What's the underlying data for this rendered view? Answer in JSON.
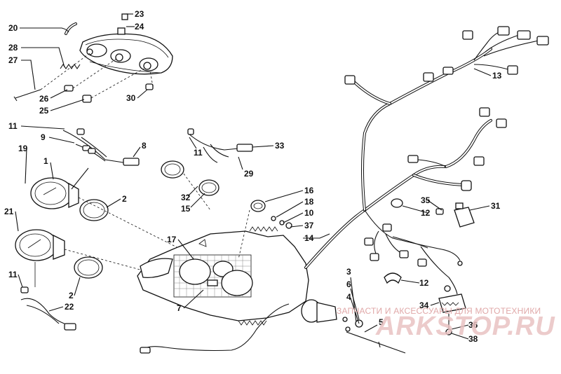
{
  "diagram": {
    "callouts": [
      {
        "id": "c1",
        "text": "1"
      },
      {
        "id": "c2a",
        "text": "2"
      },
      {
        "id": "c2b",
        "text": "2"
      },
      {
        "id": "c3",
        "text": "3"
      },
      {
        "id": "c4",
        "text": "4"
      },
      {
        "id": "c5",
        "text": "5"
      },
      {
        "id": "c6",
        "text": "6"
      },
      {
        "id": "c7",
        "text": "7"
      },
      {
        "id": "c8",
        "text": "8"
      },
      {
        "id": "c9",
        "text": "9"
      },
      {
        "id": "c10",
        "text": "10"
      },
      {
        "id": "c11a",
        "text": "11"
      },
      {
        "id": "c11b",
        "text": "11"
      },
      {
        "id": "c11c",
        "text": "11"
      },
      {
        "id": "c12a",
        "text": "12"
      },
      {
        "id": "c12b",
        "text": "12"
      },
      {
        "id": "c13",
        "text": "13"
      },
      {
        "id": "c14",
        "text": "14"
      },
      {
        "id": "c15",
        "text": "15"
      },
      {
        "id": "c16",
        "text": "16"
      },
      {
        "id": "c17",
        "text": "17"
      },
      {
        "id": "c18",
        "text": "18"
      },
      {
        "id": "c19",
        "text": "19"
      },
      {
        "id": "c20",
        "text": "20"
      },
      {
        "id": "c21",
        "text": "21"
      },
      {
        "id": "c22",
        "text": "22"
      },
      {
        "id": "c23",
        "text": "23"
      },
      {
        "id": "c24",
        "text": "24"
      },
      {
        "id": "c25",
        "text": "25"
      },
      {
        "id": "c26",
        "text": "26"
      },
      {
        "id": "c27",
        "text": "27"
      },
      {
        "id": "c28",
        "text": "28"
      },
      {
        "id": "c29",
        "text": "29"
      },
      {
        "id": "c30",
        "text": "30"
      },
      {
        "id": "c31",
        "text": "31"
      },
      {
        "id": "c32",
        "text": "32"
      },
      {
        "id": "c33",
        "text": "33"
      },
      {
        "id": "c34",
        "text": "34"
      },
      {
        "id": "c35",
        "text": "35"
      },
      {
        "id": "c36",
        "text": "36"
      },
      {
        "id": "c37",
        "text": "37"
      },
      {
        "id": "c38",
        "text": "38"
      }
    ]
  },
  "watermark": {
    "tagline": "ЗАПЧАСТИ И АКСЕССУАРЫ ДЛЯ МОТОТЕХНИКИ",
    "logo": "ARKSTOP.RU"
  }
}
